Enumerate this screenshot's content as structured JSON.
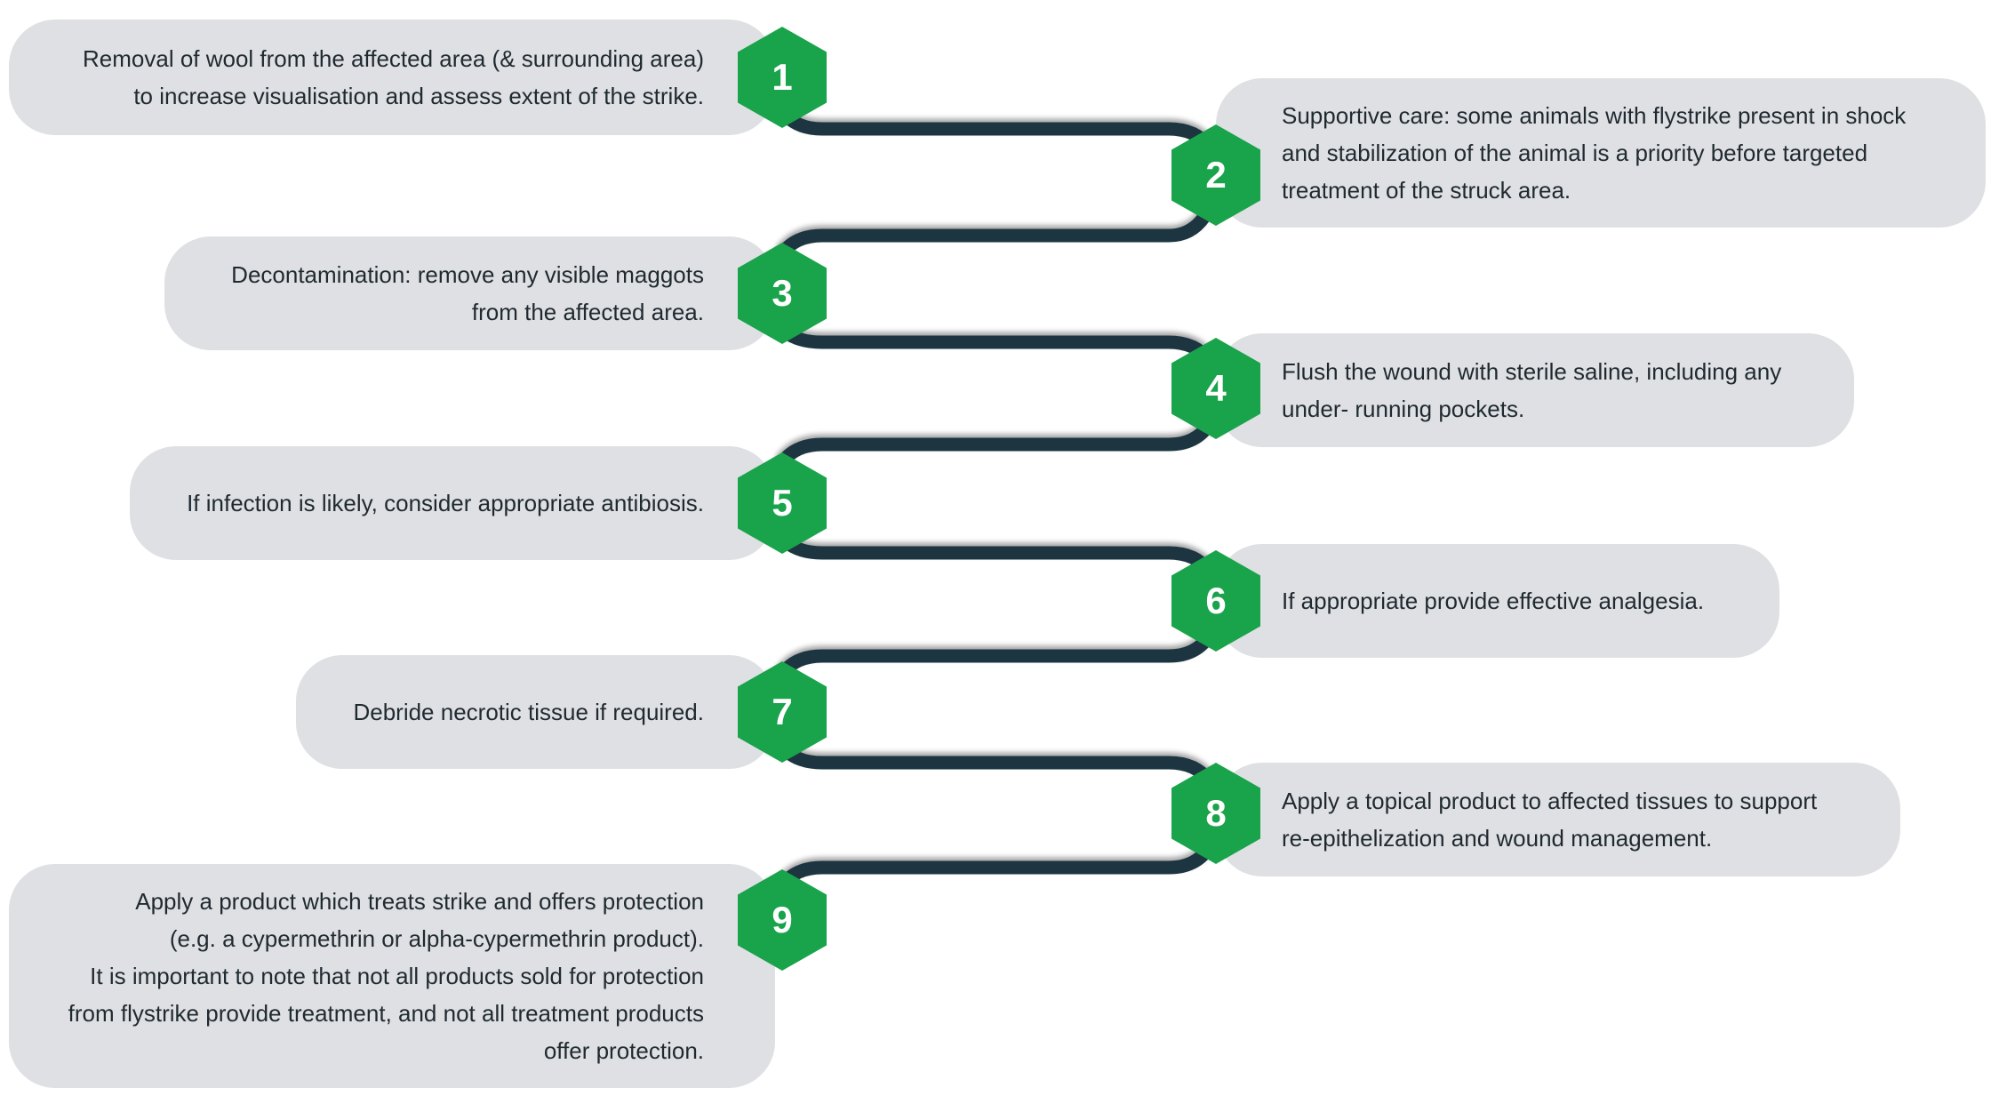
{
  "colors": {
    "bubble": "#dfe0e3",
    "hexagon": "#19a34a",
    "connector": "#1b3440",
    "text": "#1f2a30"
  },
  "steps": [
    {
      "number": "1",
      "text": "Removal of wool from the affected area (& surrounding area)\nto increase visualisation and assess extent of the strike."
    },
    {
      "number": "2",
      "text": "Supportive care: some animals with flystrike present in shock\nand stabilization of the animal is a priority before targeted\ntreatment of the struck area."
    },
    {
      "number": "3",
      "text": "Decontamination: remove any visible maggots\nfrom the affected area."
    },
    {
      "number": "4",
      "text": "Flush the wound with sterile saline, including any\nunder- running pockets."
    },
    {
      "number": "5",
      "text": "If infection is likely, consider appropriate antibiosis."
    },
    {
      "number": "6",
      "text": "If appropriate provide effective analgesia."
    },
    {
      "number": "7",
      "text": "Debride necrotic tissue if required."
    },
    {
      "number": "8",
      "text": "Apply a topical product to affected tissues to support\nre-epithelization and wound management."
    },
    {
      "number": "9",
      "text": "Apply a product which treats strike and offers protection\n(e.g. a cypermethrin or alpha-cypermethrin product).\nIt is important to note that not all products sold for protection\nfrom flystrike provide treatment, and not all treatment products\noffer protection."
    }
  ]
}
